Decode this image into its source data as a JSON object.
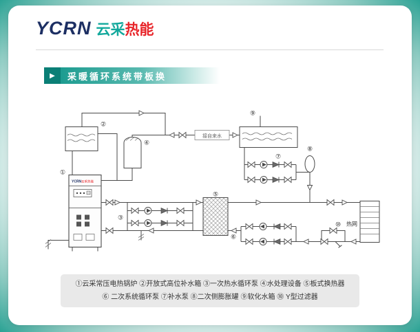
{
  "brand": {
    "logo_en": "YCRN",
    "logo_cn_teal": "云采",
    "logo_cn_red": "热能"
  },
  "banner": {
    "arrow": "▶",
    "title": "采暖循环系统带板换"
  },
  "diagram": {
    "tap_water_label": "接自来水",
    "heat_network_label": "热网",
    "boiler_text_en": "YCRN",
    "boiler_text_cn": "云采热能",
    "markers": [
      "①",
      "②",
      "③",
      "④",
      "⑤",
      "⑥",
      "⑦",
      "⑧",
      "⑨",
      "⑩"
    ]
  },
  "legend": {
    "line1": "①云采常压电热锅炉 ②开放式高位补水箱 ③一次热水循环泵 ④水处理设备 ⑤板式换热器",
    "line2": "⑥ 二次系统循环泵 ⑦补水泵 ⑧二次侧膨胀罐 ⑨软化水箱 ⑩ Y型过滤器"
  },
  "colors": {
    "accent_teal": "#0e9488",
    "accent_red": "#e8252a",
    "navy": "#1d2f63"
  }
}
